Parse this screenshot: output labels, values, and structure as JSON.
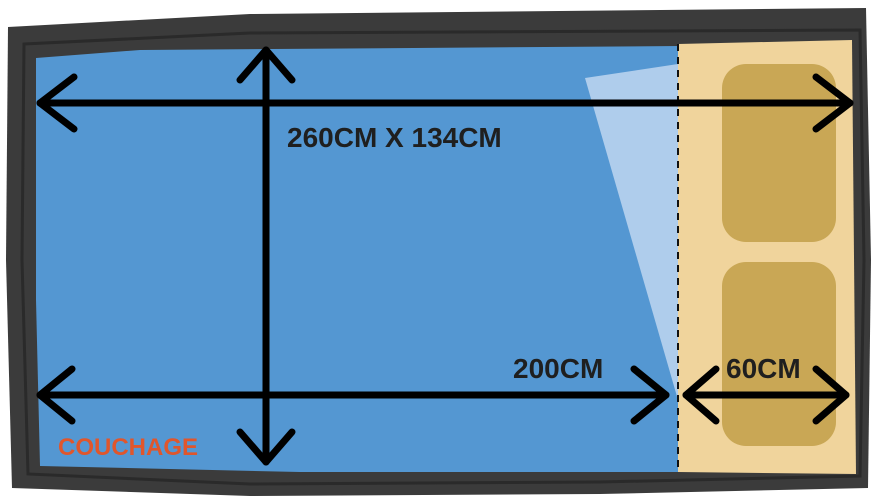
{
  "colors": {
    "frame": "#3b3b3b",
    "frame_edge": "#2a2a2a",
    "bed_fill": "#5497d2",
    "bed_glass": "#b9d3ee",
    "seat_area": "#f0d49c",
    "seat_cushion": "#c9a755",
    "arrow": "#000000",
    "label_text": "#1f1f1f",
    "zone_label": "#e0562c"
  },
  "labels": {
    "overall_dimensions": "260CM X 134CM",
    "bed_length": "200CM",
    "seat_width": "60CM",
    "zone_name": "COUCHAGE"
  },
  "icons": {
    "arrow_style": "double-headed-open-chevron",
    "divider_style": "dashed-line"
  }
}
